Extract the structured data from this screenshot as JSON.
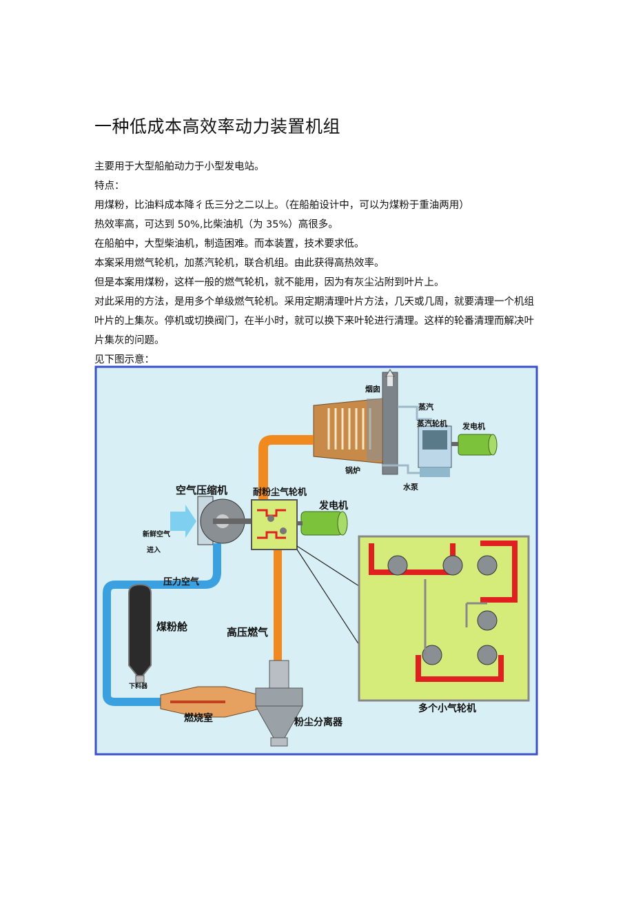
{
  "document": {
    "title": "一种低成本高效率动力装置机组",
    "paragraphs": [
      "主要用于大型船舶动力于小型发电站。",
      "特点：",
      "用煤粉，比油料成本降彳氐三分之二以上。（在船舶设计中，可以为煤粉于重油两用）",
      "热效率高，可达到 50%,比柴油机（为 35%）高很多。",
      "在船舶中，大型柴油机，制造困难。而本装置，技术要求低。",
      "本案采用燃气轮机，加蒸汽轮机，联合机组。由此获得高热效率。",
      "但是本案用煤粉，这样一般的燃气轮机，就不能用，因为有灰尘沾附到叶片上。",
      "对此采用的方法，是用多个单级燃气轮机。采用定期清理叶片方法，几天或几周，就要清理一个机组叶片的上集灰。停机或切换阀门，在半小时，就可以换下来叶轮进行清理。这样的轮番清理而解决叶片集灰的问题。",
      "见下图示意："
    ]
  },
  "figure": {
    "labels": {
      "chimney": "烟囱",
      "steam": "蒸汽",
      "steam_turbine": "蒸汽轮机",
      "generator_top": "发电机",
      "boiler": "锅炉",
      "water_pump": "水泵",
      "air_compressor": "空气压缩机",
      "dust_resistant_turbine": "耐粉尘气轮机",
      "generator_mid": "发电机",
      "fresh_air_line1": "新鲜空气",
      "fresh_air_line2": "进入",
      "pressure_air": "压力空气",
      "coal_bin": "煤粉舱",
      "feeder": "下料器",
      "high_pressure_gas": "高压燃气",
      "combustion_chamber": "燃烧室",
      "dust_separator": "粉尘分离器",
      "multi_turbines": "多个小气轮机"
    },
    "colors": {
      "frame": "#3a4fc8",
      "background": "#d8f0f5",
      "inset_bg": "#d5ec7a",
      "air_pipe": "#3aa0e0",
      "hot_pipe": "#f08a1e",
      "gas_pipe": "#e02020",
      "generator": "#7cc23a"
    }
  }
}
